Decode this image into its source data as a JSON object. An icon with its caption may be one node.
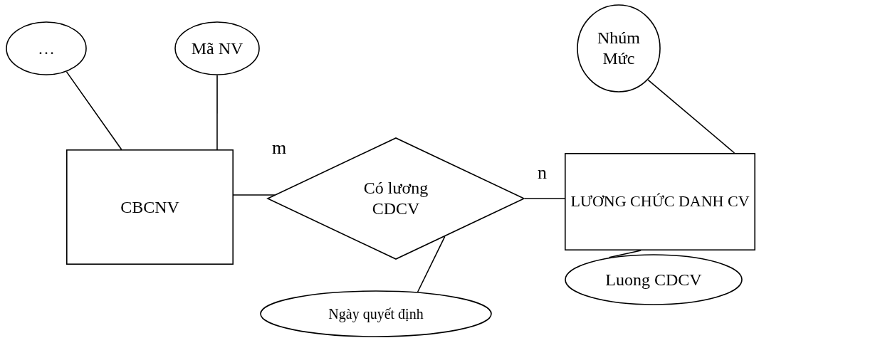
{
  "diagram": {
    "nodes": [
      {
        "text": [
          "…"
        ]
      },
      {
        "text": [
          "Mã NV"
        ]
      },
      {
        "text": [
          "CBCNV"
        ]
      },
      {
        "text": [
          "Có lương CDCV"
        ]
      },
      {
        "text": [
          "Nhúm Mức"
        ]
      },
      {
        "text": [
          "LƯƠNG CHỨC DANH CV"
        ]
      },
      {
        "text": [
          "Luong CDCV"
        ]
      },
      {
        "text": [
          "Ngày quyết định"
        ]
      }
    ],
    "edges": [
      {
        "from": 0,
        "to": 2,
        "arrow": "none"
      },
      {
        "from": 1,
        "to": 2,
        "arrow": "none"
      },
      {
        "from": 2,
        "to": 3,
        "arrow": "none"
      },
      {
        "from": 3,
        "to": 5,
        "arrow": "none"
      },
      {
        "from": 4,
        "to": 5,
        "arrow": "none"
      },
      {
        "from": 6,
        "to": 5,
        "arrow": "none"
      },
      {
        "from": 7,
        "to": 3,
        "arrow": "none"
      }
    ],
    "labels": [
      "m",
      "n"
    ]
  }
}
